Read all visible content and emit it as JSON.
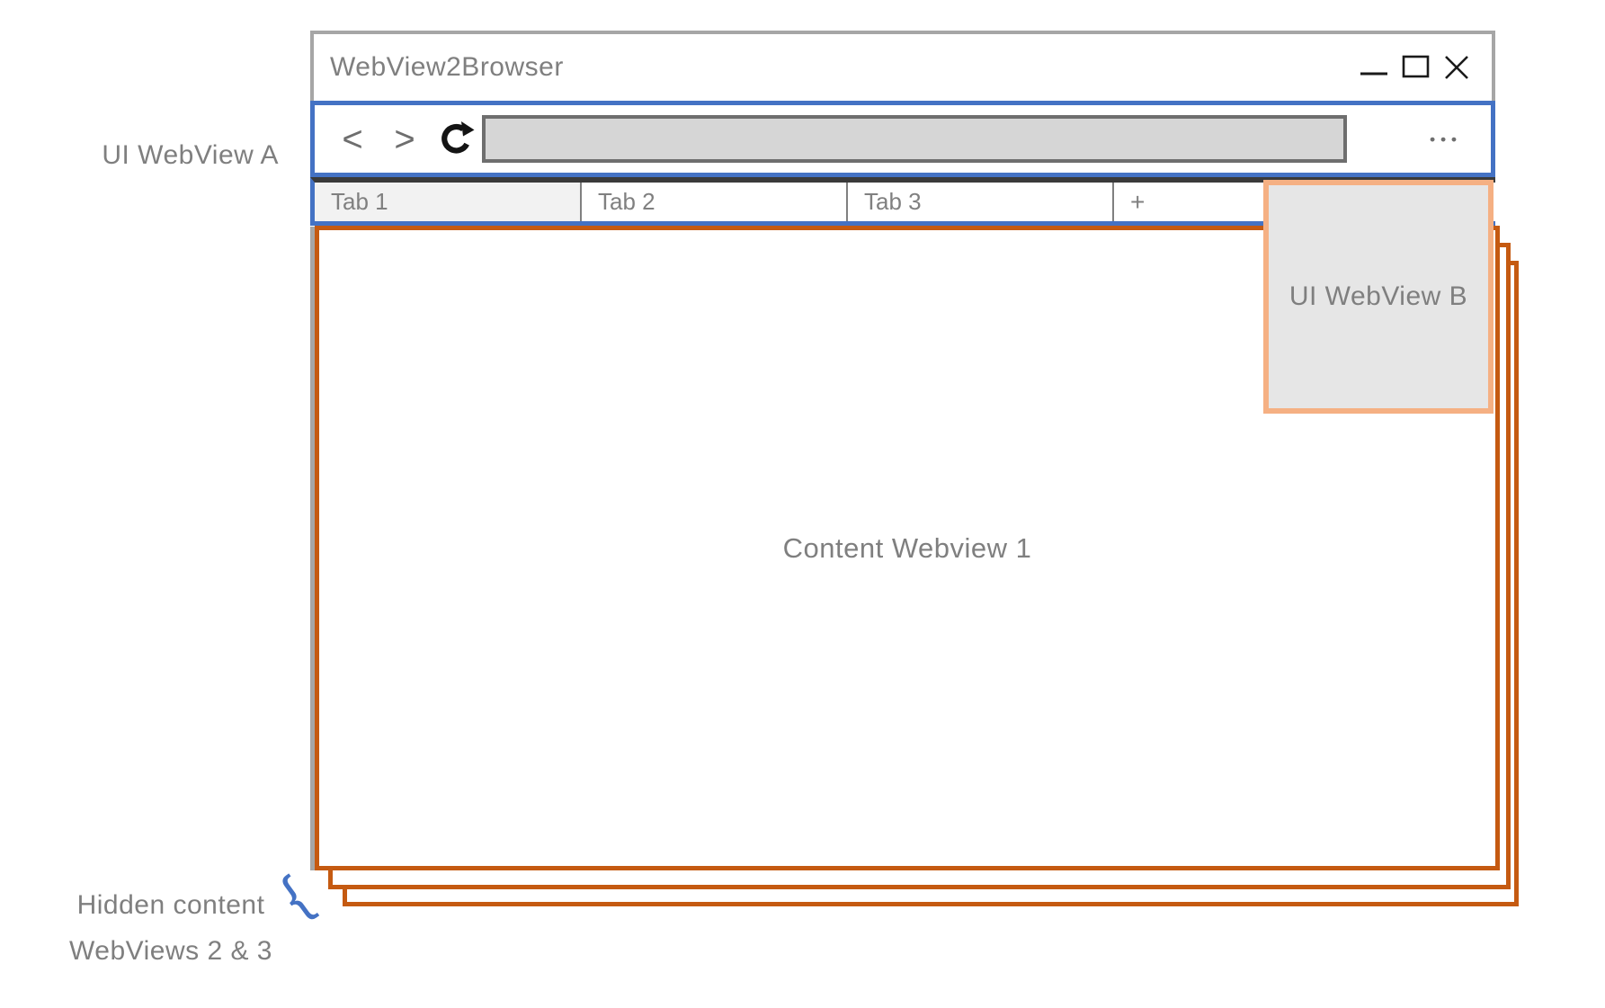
{
  "colors": {
    "accent_blue": "#4472C4",
    "content_border_orange": "#C55A11",
    "webview_b_border_peach": "#F5B083",
    "window_border_gray": "#A6A6A6",
    "label_gray": "#7F7F7F",
    "tabstrip_top_dark": "#3A3A3A",
    "address_bar_fill": "#D6D6D6",
    "active_tab_fill": "#F2F2F2",
    "webview_b_fill": "#E6E6E6"
  },
  "window": {
    "title": "WebView2Browser"
  },
  "toolbar": {
    "back_label": "<",
    "forward_label": ">",
    "reload_icon": "reload-arrow",
    "address_value": "",
    "address_placeholder": "",
    "menu_label": "•••"
  },
  "tabs": [
    {
      "label": "Tab 1",
      "active": true
    },
    {
      "label": "Tab 2",
      "active": false
    },
    {
      "label": "Tab 3",
      "active": false
    },
    {
      "label": "+",
      "active": false
    }
  ],
  "diagram": {
    "ui_webview_a_label": "UI WebView A",
    "ui_webview_b_label": "UI WebView B",
    "content_webview_label": "Content Webview 1",
    "hidden_webviews_label_line1": "Hidden content",
    "hidden_webviews_label_line2": "WebViews 2 & 3",
    "brace_glyph": "{"
  }
}
